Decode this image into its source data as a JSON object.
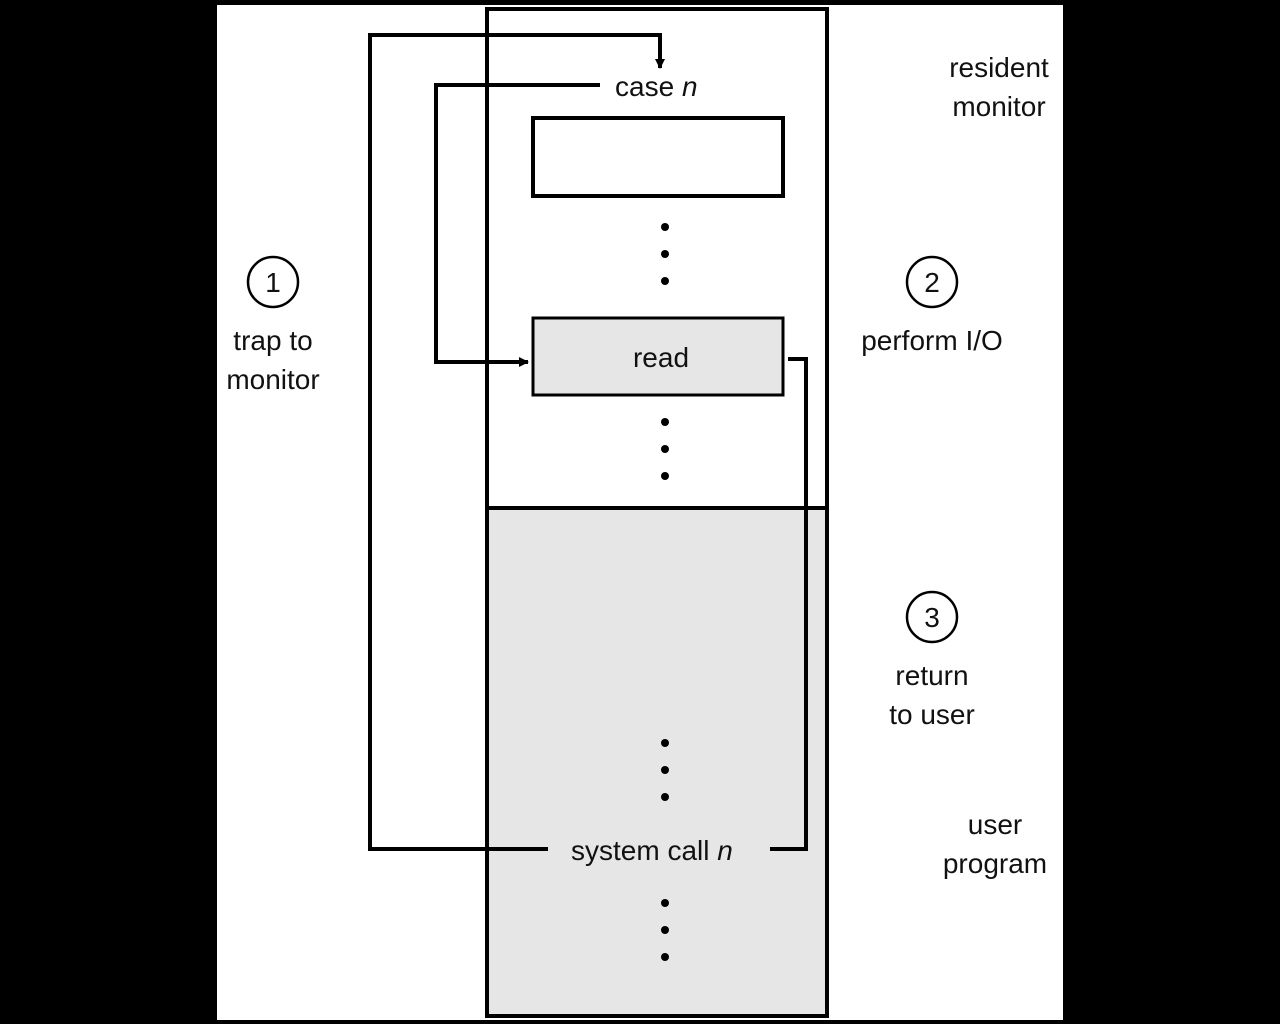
{
  "colors": {
    "frame": "#000000",
    "canvas": "#ffffff",
    "ink": "#000000",
    "shade": "#e6e6e6"
  },
  "labels": {
    "resident_line1": "resident",
    "resident_line2": "monitor",
    "case_text": "case ",
    "case_var": "n",
    "read": "read",
    "syscall_text": "system call ",
    "syscall_var": "n",
    "user_line1": "user",
    "user_line2": "program"
  },
  "steps": [
    {
      "number": "1",
      "line1": "trap to",
      "line2": "monitor"
    },
    {
      "number": "2",
      "line1": "perform I/O",
      "line2": ""
    },
    {
      "number": "3",
      "line1": "return",
      "line2": "to user"
    }
  ]
}
